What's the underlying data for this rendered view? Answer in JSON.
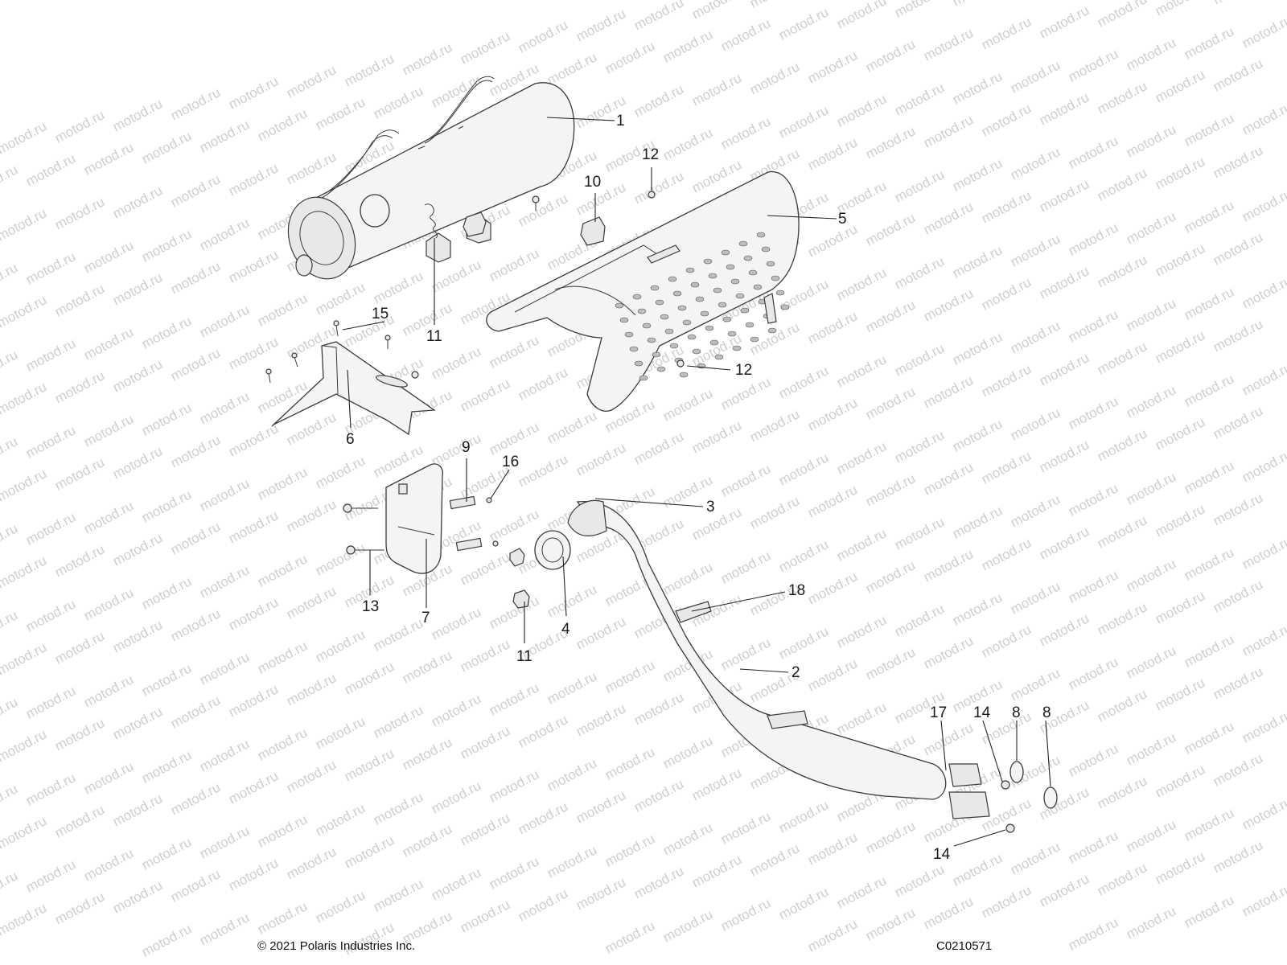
{
  "watermark": "motod.ru",
  "footer": {
    "copyright": "© 2021 Polaris Industries Inc.",
    "code": "C0210571"
  },
  "callouts": [
    {
      "id": "c1",
      "label": "1"
    },
    {
      "id": "c2",
      "label": "2"
    },
    {
      "id": "c3",
      "label": "3"
    },
    {
      "id": "c4",
      "label": "4"
    },
    {
      "id": "c5",
      "label": "5"
    },
    {
      "id": "c6",
      "label": "6"
    },
    {
      "id": "c7",
      "label": "7"
    },
    {
      "id": "c8a",
      "label": "8"
    },
    {
      "id": "c8b",
      "label": "8"
    },
    {
      "id": "c9",
      "label": "9"
    },
    {
      "id": "c10",
      "label": "10"
    },
    {
      "id": "c11a",
      "label": "11"
    },
    {
      "id": "c11b",
      "label": "11"
    },
    {
      "id": "c12a",
      "label": "12"
    },
    {
      "id": "c12b",
      "label": "12"
    },
    {
      "id": "c13",
      "label": "13"
    },
    {
      "id": "c14a",
      "label": "14"
    },
    {
      "id": "c14b",
      "label": "14"
    },
    {
      "id": "c15",
      "label": "15"
    },
    {
      "id": "c16",
      "label": "16"
    },
    {
      "id": "c17",
      "label": "17"
    },
    {
      "id": "c18",
      "label": "18"
    }
  ]
}
